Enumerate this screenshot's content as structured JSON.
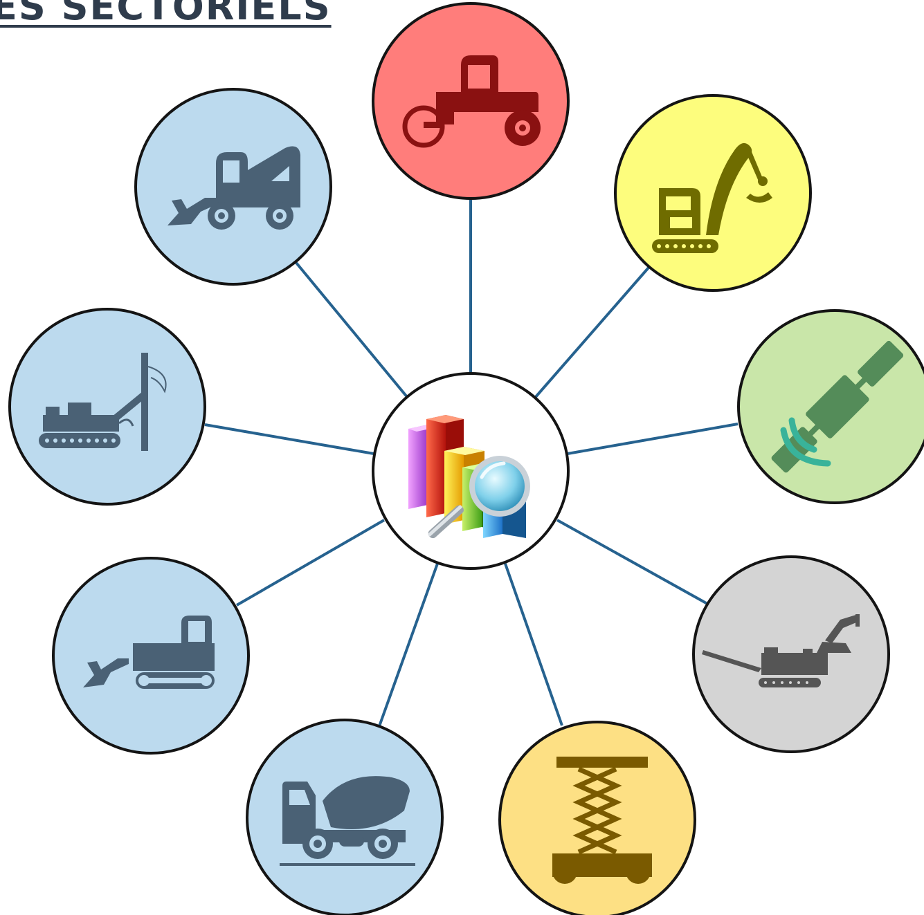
{
  "title": "ES SECTORIELS",
  "colors": {
    "connector": "#26628f",
    "outline": "#141414",
    "center_fill": "#ffffff",
    "blue_fill": "#bcdaee",
    "blue_icon": "#4a6175",
    "red_fill": "#ff7d7b",
    "red_icon": "#8a1111",
    "yellow_fill": "#fdfd7d",
    "yellow_icon": "#6f6c00",
    "green_fill": "#c9e6a9",
    "green_icon": "#548c59",
    "teal_icon": "#39b39a",
    "gray_fill": "#d4d4d4",
    "gray_icon": "#555555",
    "amber_fill": "#fde084",
    "amber_icon": "#7a5a00"
  },
  "hub": {
    "icon": "bar-chart-magnifier-icon"
  },
  "sectors": [
    {
      "icon": "road-roller-icon",
      "fill": "red_fill"
    },
    {
      "icon": "mini-excavator-icon",
      "fill": "yellow_fill"
    },
    {
      "icon": "gps-satellite-icon",
      "fill": "green_fill"
    },
    {
      "icon": "mobile-crusher-icon",
      "fill": "gray_fill"
    },
    {
      "icon": "scissor-lift-icon",
      "fill": "amber_fill"
    },
    {
      "icon": "concrete-mixer-truck-icon",
      "fill": "blue_fill"
    },
    {
      "icon": "crawler-dozer-icon",
      "fill": "blue_fill"
    },
    {
      "icon": "piling-rig-icon",
      "fill": "blue_fill"
    },
    {
      "icon": "wheel-loader-icon",
      "fill": "blue_fill"
    }
  ]
}
